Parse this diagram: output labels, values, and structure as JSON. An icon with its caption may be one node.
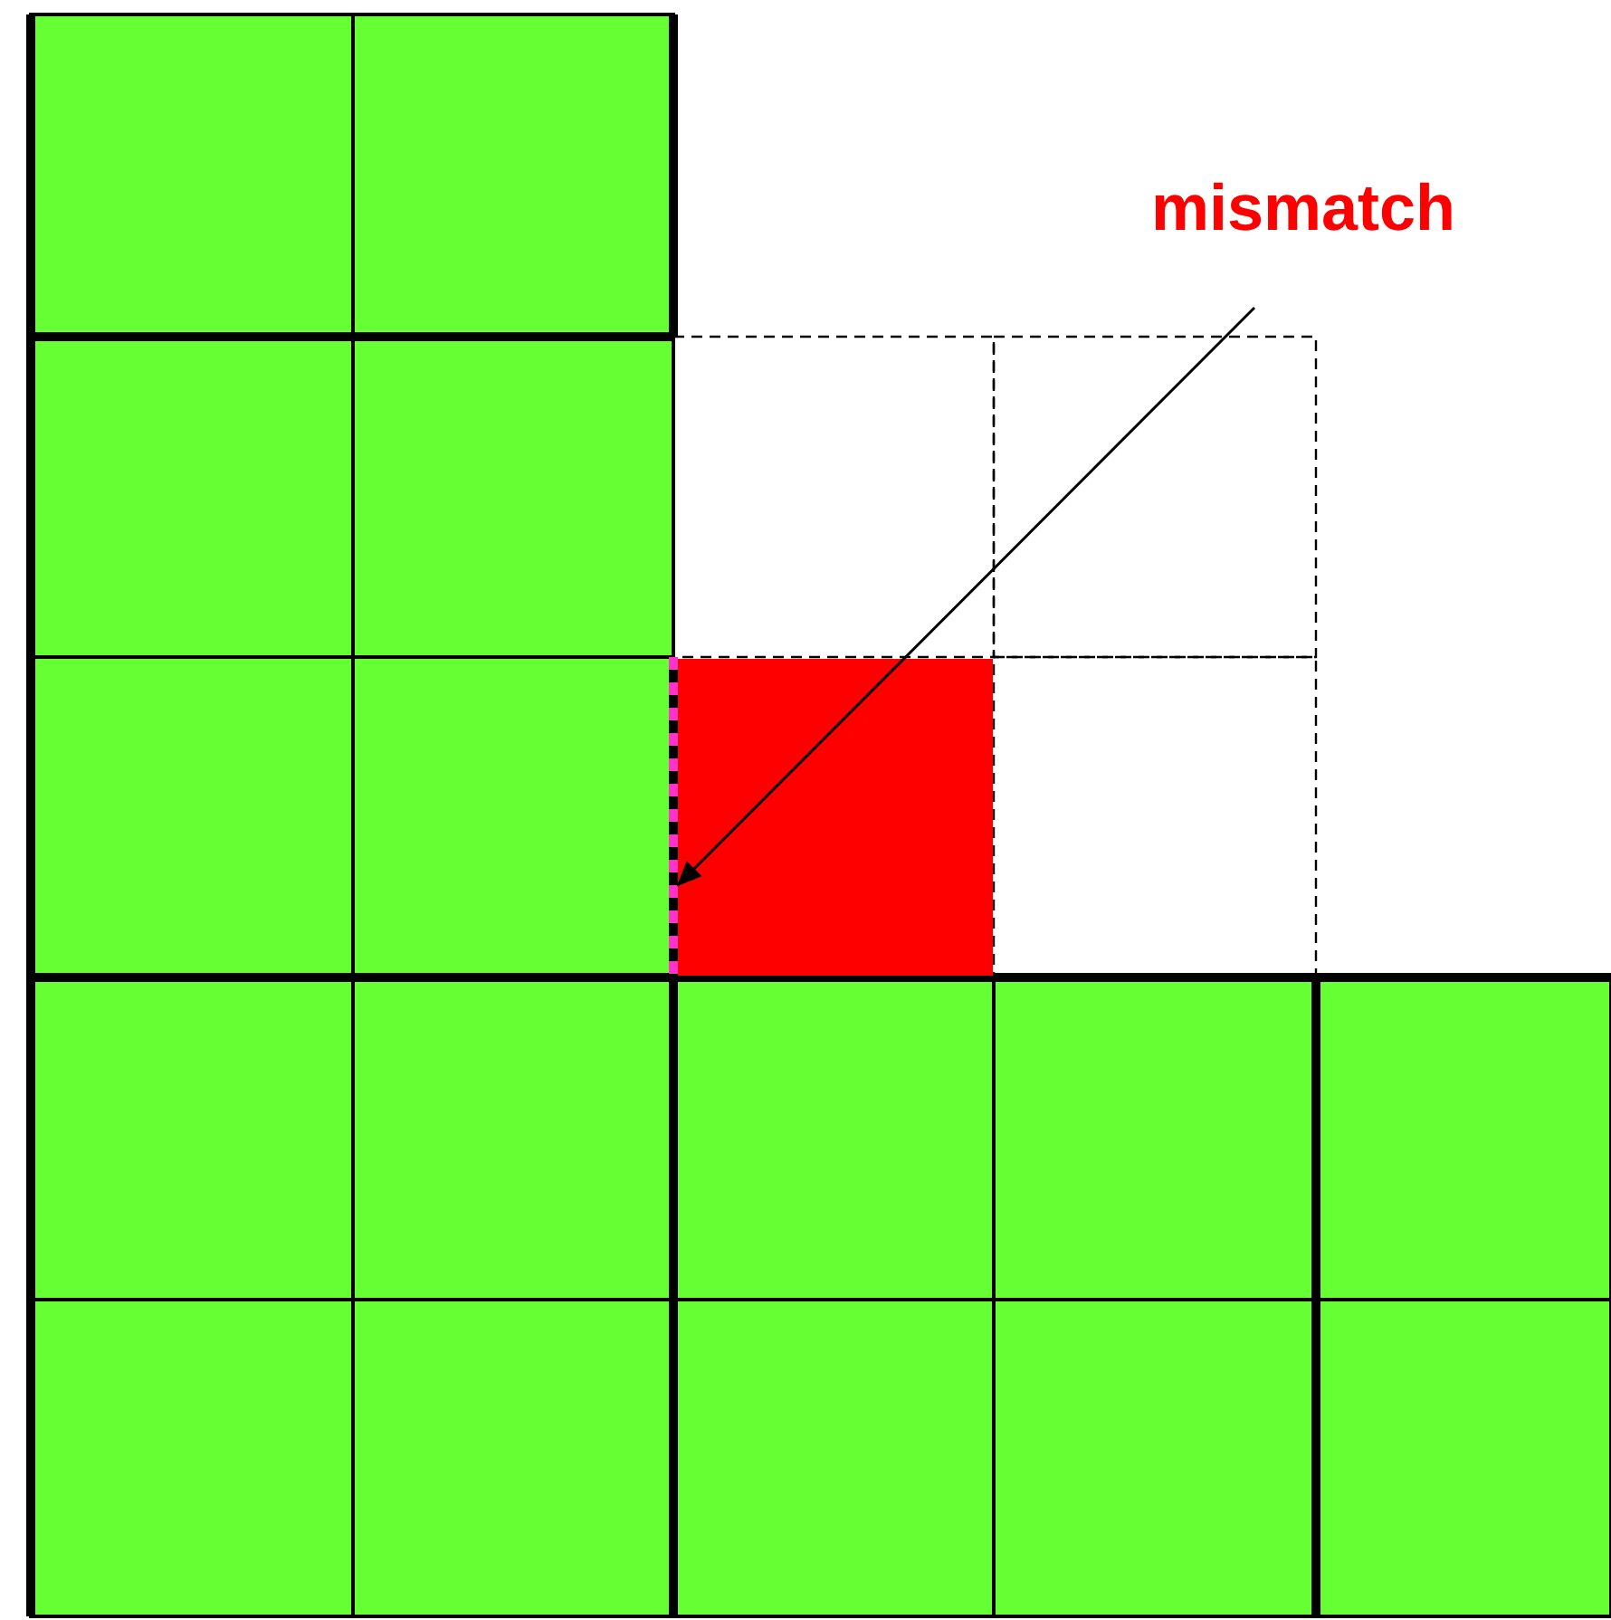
{
  "diagram": {
    "nodes": [
      {
        "text": [
          "mismatch"
        ]
      },
      {
        "text": [],
        "shape": "bar"
      }
    ],
    "edges": [
      {
        "from": 0,
        "to": 1,
        "arrow": "to"
      }
    ]
  }
}
